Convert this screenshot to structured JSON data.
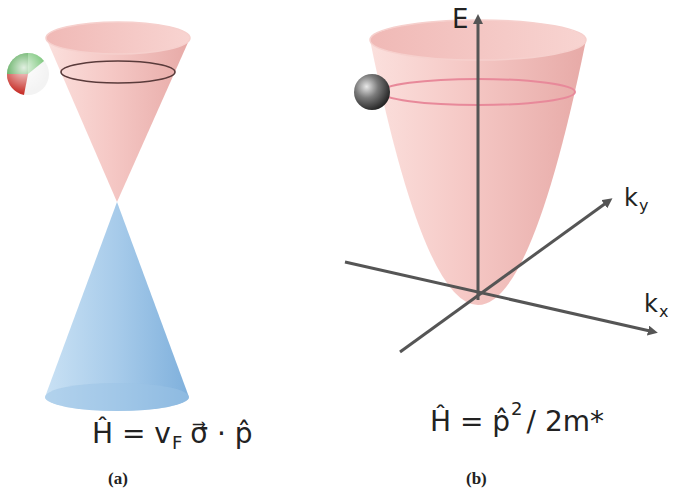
{
  "diagram": {
    "labels": [
      "E",
      "k",
      "y",
      "k",
      "x",
      "Ĥ = v",
      "F",
      "σ⃗ · p̂",
      "Ĥ = p̂",
      "2",
      "/ 2m*",
      "(a)",
      "(b)"
    ]
  }
}
